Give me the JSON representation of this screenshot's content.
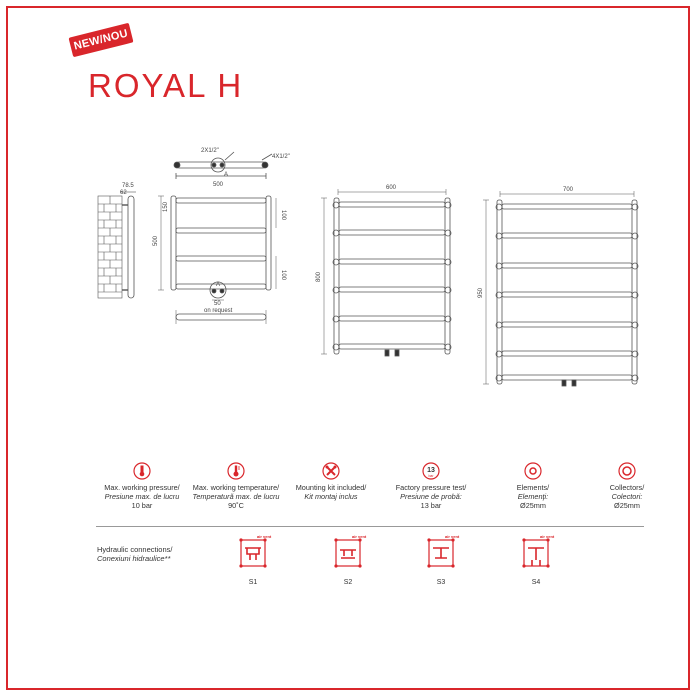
{
  "badge": "NEW/NOU",
  "title": "ROYAL H",
  "drawing": {
    "top_label_left": "2X1/2\"",
    "top_label_right": "4X1/2\"",
    "top_width": "500",
    "side_depth": "78.5",
    "side_depth2": "62",
    "front_height": "500",
    "front_spacing_top": "100",
    "front_spacing_bottom": "100",
    "front_small": "150",
    "front_bottom_dim": "50",
    "front_note": "on request",
    "letter_a": "A",
    "mid_width": "600",
    "mid_height": "800",
    "right_width": "700",
    "right_height": "950"
  },
  "specs": [
    {
      "icon": "pressure-icon",
      "line1": "Max. working pressure/",
      "line2": "Presiune max. de lucru",
      "line3": "10 bar"
    },
    {
      "icon": "thermometer-icon",
      "line1": "Max. working temperature/",
      "line2": "Temperatură max. de lucru",
      "line3": "90˚C"
    },
    {
      "icon": "mounting-kit-icon",
      "line1": "Mounting kit included/",
      "line2": "Kit montaj inclus",
      "line3": ""
    },
    {
      "icon": "pressure-test-icon",
      "icon_text": "13",
      "icon_sub": "bar",
      "line1": "Factory pressure test/",
      "line2": "Presiune de probă:",
      "line3": "13 bar"
    },
    {
      "icon": "element-ring-icon",
      "line1": "Elements/",
      "line2": "Elemenţi:",
      "line3": "Ø25mm"
    },
    {
      "icon": "collector-ring-icon",
      "line1": "Collectors/",
      "line2": "Colectori:",
      "line3": "Ø25mm"
    }
  ],
  "hydraulic": {
    "line1": "Hydraulic connections/",
    "line2": "Conexiuni hidraulice**",
    "air_vent": "air vent",
    "options": [
      "S1",
      "S2",
      "S3",
      "S4"
    ]
  },
  "colors": {
    "brand": "#d9262b",
    "line": "#555555"
  }
}
